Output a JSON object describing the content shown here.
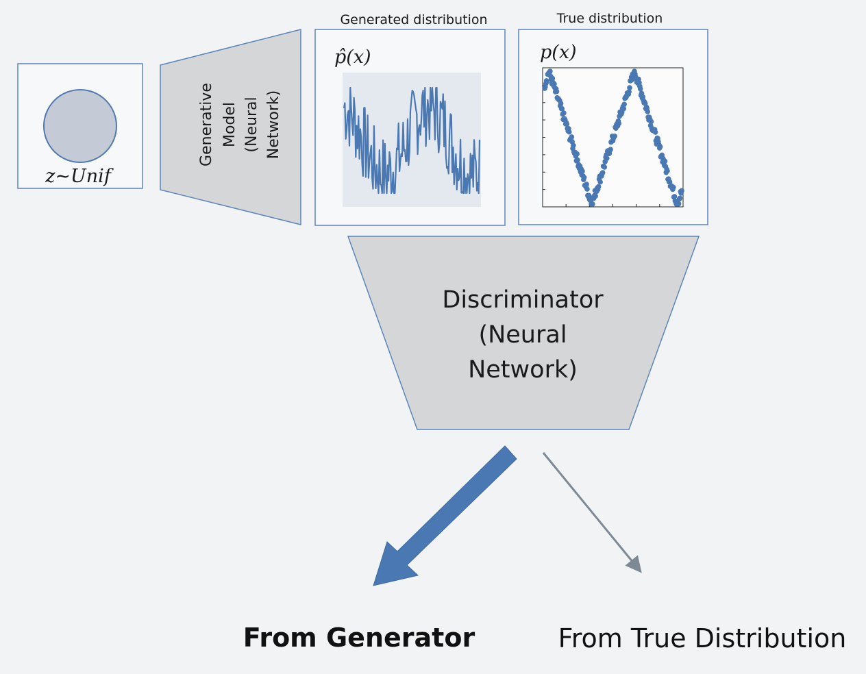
{
  "latent": {
    "label": "z~Unif"
  },
  "generator": {
    "lines": [
      "Generative",
      "Model",
      "(Neural",
      "Network)"
    ]
  },
  "generated_panel": {
    "caption": "Generated distribution",
    "formula": "p̂(x)"
  },
  "true_panel": {
    "caption": "True distribution",
    "formula": "p(x)"
  },
  "discriminator": {
    "lines": [
      "Discriminator",
      "(Neural",
      "Network)"
    ]
  },
  "outputs": {
    "from_generator": "From Generator",
    "from_true": "From True Distribution"
  },
  "colors": {
    "background": "#f2f3f5",
    "panel_border": "#5b86bd",
    "shape_fill": "#d5d6d8",
    "circle_fill": "#c5cbd6",
    "series": "#4a78b3",
    "thin_arrow": "#7d8a95"
  }
}
